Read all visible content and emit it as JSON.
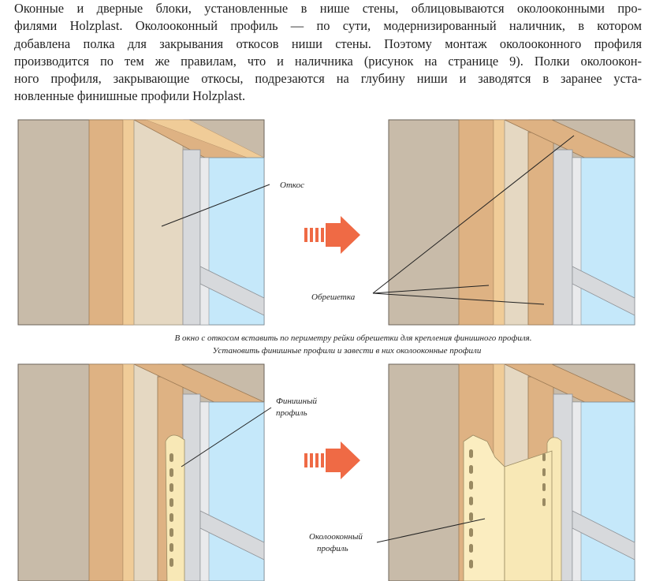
{
  "intro_lines": [
    "Оконные и дверные блоки, установленные в нише стены, облицовываются околооконными про-",
    "филями Holzplast. Околооконный профиль — по сути, модернизированный наличник, в котором",
    "добавлена полка для закрывания откосов ниши стены. Поэтому монтаж околооконного профиля",
    "производится по тем же правилам, что и наличника (рисунок на странице 9). Полки околоокон-",
    "ного профиля, закрывающие откосы, подрезаются на глубину ниши и заводятся в заранее уста-",
    "новленные финишные профили Holzplast."
  ],
  "labels": {
    "otkos": "Откос",
    "obreshetka": "Обрешетка",
    "finish_1": "Финишный",
    "finish_2": "профиль",
    "okolo_1": "Околооконный",
    "okolo_2": "профиль"
  },
  "captions": {
    "line1": "В окно с откосом вставить по периметру рейки обрешетки для крепления финишного профиля.",
    "line2": "Установить финишные профили и завести в них околооконные профили"
  },
  "colors": {
    "wall": "#c8bba9",
    "wood": "#deb283",
    "wood_light": "#f0cc98",
    "otkos_panel": "#e5d8c2",
    "frame_gray": "#d7d9dc",
    "glass": "#c5e8fa",
    "profile": "#f8e8b6",
    "arrow": "#ef6a45"
  }
}
